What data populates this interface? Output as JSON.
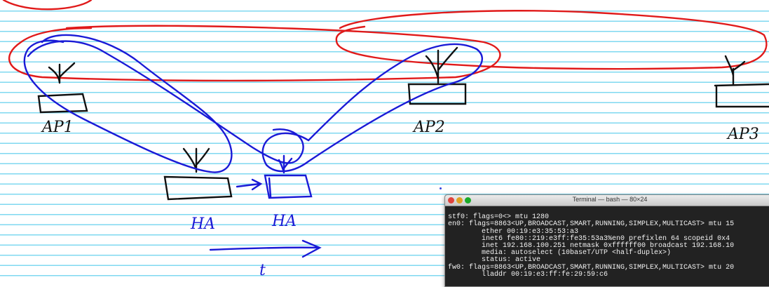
{
  "sketch": {
    "ap_labels": [
      "AP1",
      "AP2",
      "AP3"
    ],
    "mobile_labels": [
      "HA",
      "HA"
    ],
    "time_label": "t",
    "colors": {
      "ring": "#e01a1a",
      "mobility": "#1a1ad6",
      "ink": "#111111",
      "ruling": "#7fd8f0"
    }
  },
  "terminal": {
    "title": "Terminal — bash — 80×24",
    "lines": [
      "stf0: flags=0<> mtu 1280",
      "en0: flags=8863<UP,BROADCAST,SMART,RUNNING,SIMPLEX,MULTICAST> mtu 15",
      "        ether 00:19:e3:35:53:a3",
      "        inet6 fe80::219:e3ff:fe35:53a3%en0 prefixlen 64 scopeid 0x4",
      "        inet 192.168.100.251 netmask 0xffffff00 broadcast 192.168.10",
      "        media: autoselect (10baseT/UTP <half-duplex>)",
      "        status: active",
      "fw0: flags=8863<UP,BROADCAST,SMART,RUNNING,SIMPLEX,MULTICAST> mtu 20",
      "        lladdr 00:19:e3:ff:fe:29:59:c6"
    ]
  }
}
